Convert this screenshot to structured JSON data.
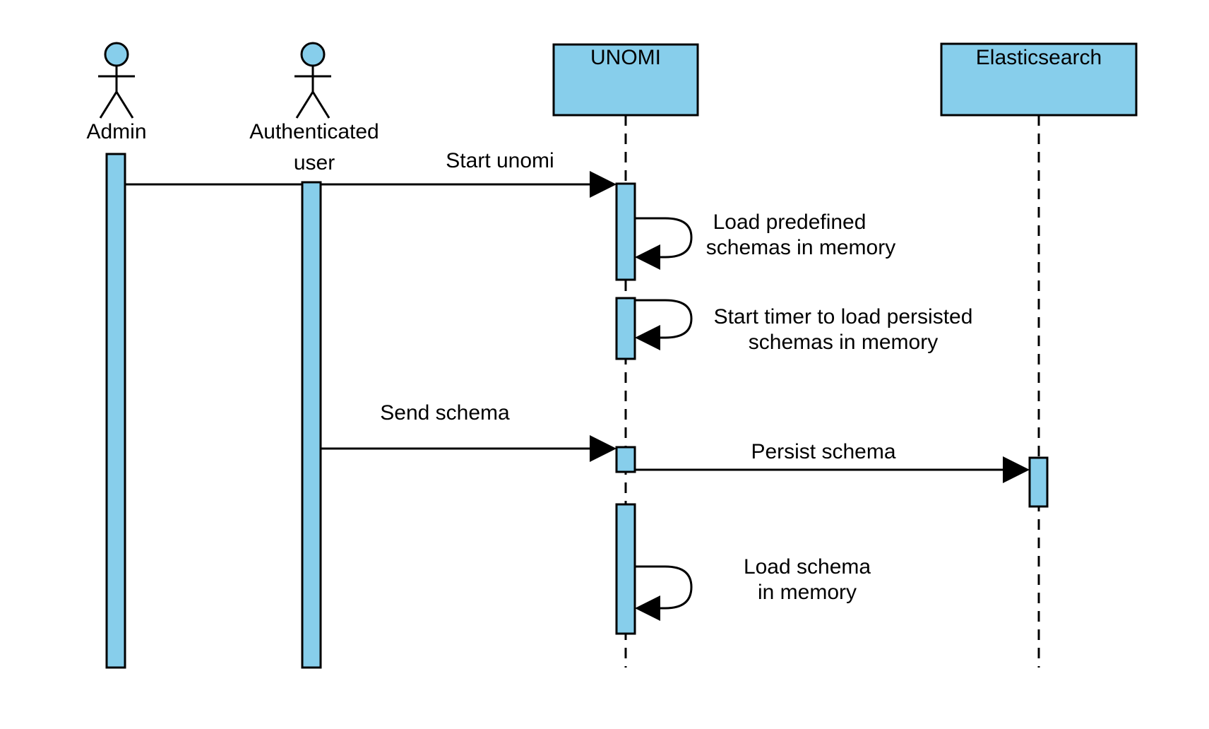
{
  "diagram": {
    "type": "uml-sequence-diagram",
    "colors": {
      "shape_fill": "#87CEEB",
      "stroke": "#000000",
      "background": "#FFFFFF",
      "text": "#000000"
    },
    "lifelines": [
      {
        "id": "admin",
        "kind": "actor",
        "label": "Admin",
        "label_lines": [
          "Admin"
        ]
      },
      {
        "id": "authenticated-user",
        "kind": "actor",
        "label": "Authenticated user",
        "label_lines": [
          "Authenticated",
          "user"
        ]
      },
      {
        "id": "unomi",
        "kind": "participant",
        "label": "UNOMI",
        "label_lines": [
          "UNOMI"
        ]
      },
      {
        "id": "elasticsearch",
        "kind": "participant",
        "label": "Elasticsearch",
        "label_lines": [
          "Elasticsearch"
        ]
      }
    ],
    "messages": [
      {
        "from": "admin",
        "to": "unomi",
        "kind": "sync",
        "label": "Start unomi",
        "label_lines": [
          "Start unomi"
        ]
      },
      {
        "from": "unomi",
        "to": "unomi",
        "kind": "self",
        "label": "Load predefined schemas in memory",
        "label_lines": [
          "Load predefined",
          "schemas in memory"
        ]
      },
      {
        "from": "unomi",
        "to": "unomi",
        "kind": "self",
        "label": "Start timer to load persisted schemas in memory",
        "label_lines": [
          "Start timer to load persisted",
          "schemas in memory"
        ]
      },
      {
        "from": "authenticated-user",
        "to": "unomi",
        "kind": "sync",
        "label": "Send schema",
        "label_lines": [
          "Send schema"
        ]
      },
      {
        "from": "unomi",
        "to": "elasticsearch",
        "kind": "sync",
        "label": "Persist schema",
        "label_lines": [
          "Persist schema"
        ]
      },
      {
        "from": "unomi",
        "to": "unomi",
        "kind": "self",
        "label": "Load schema in memory",
        "label_lines": [
          "Load schema",
          "in memory"
        ]
      }
    ]
  }
}
